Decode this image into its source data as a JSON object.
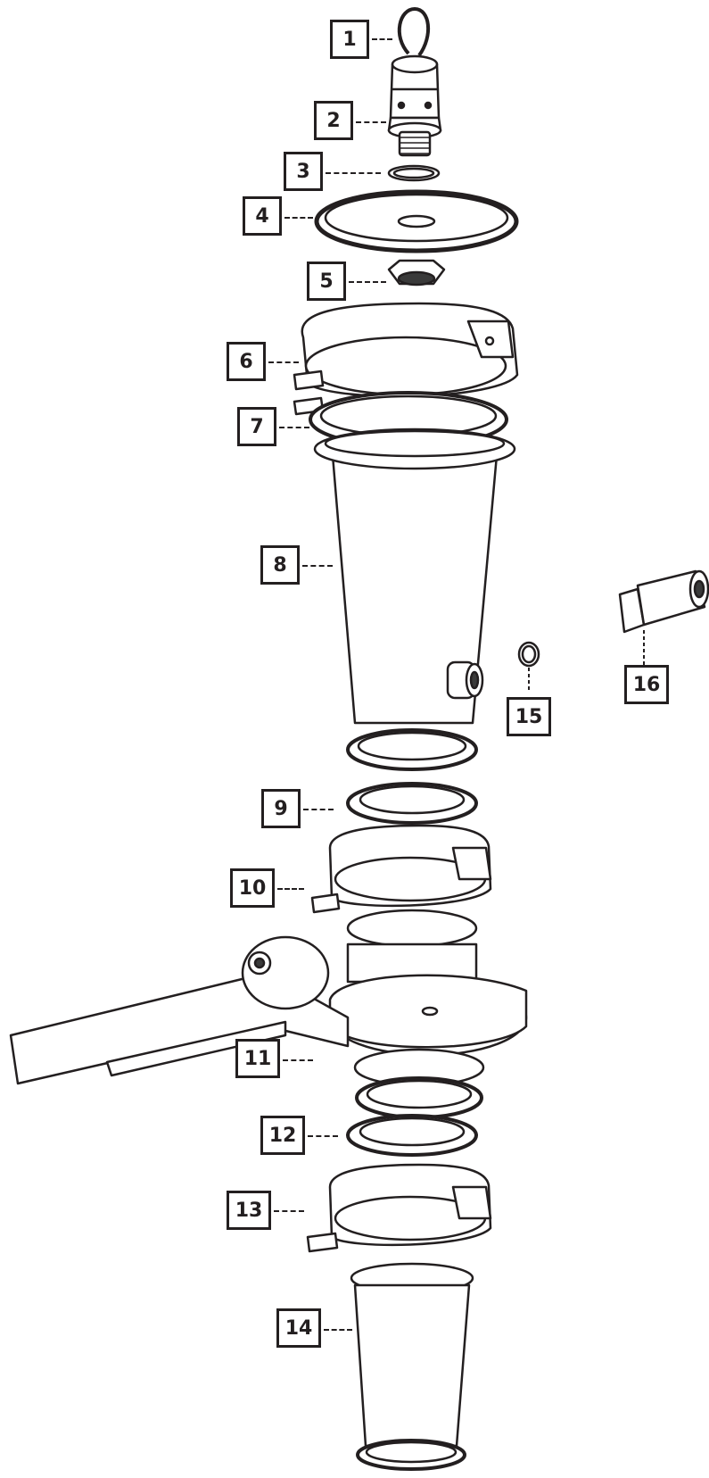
{
  "diagram": {
    "parts": [
      {
        "number": "1"
      },
      {
        "number": "2"
      },
      {
        "number": "3"
      },
      {
        "number": "4"
      },
      {
        "number": "5"
      },
      {
        "number": "6"
      },
      {
        "number": "7"
      },
      {
        "number": "8"
      },
      {
        "number": "9"
      },
      {
        "number": "10"
      },
      {
        "number": "11"
      },
      {
        "number": "12"
      },
      {
        "number": "13"
      },
      {
        "number": "14"
      },
      {
        "number": "15"
      },
      {
        "number": "16"
      }
    ],
    "colors": {
      "line": "#231f20",
      "fill": "#ffffff",
      "shade": "#3a3a3a"
    }
  }
}
